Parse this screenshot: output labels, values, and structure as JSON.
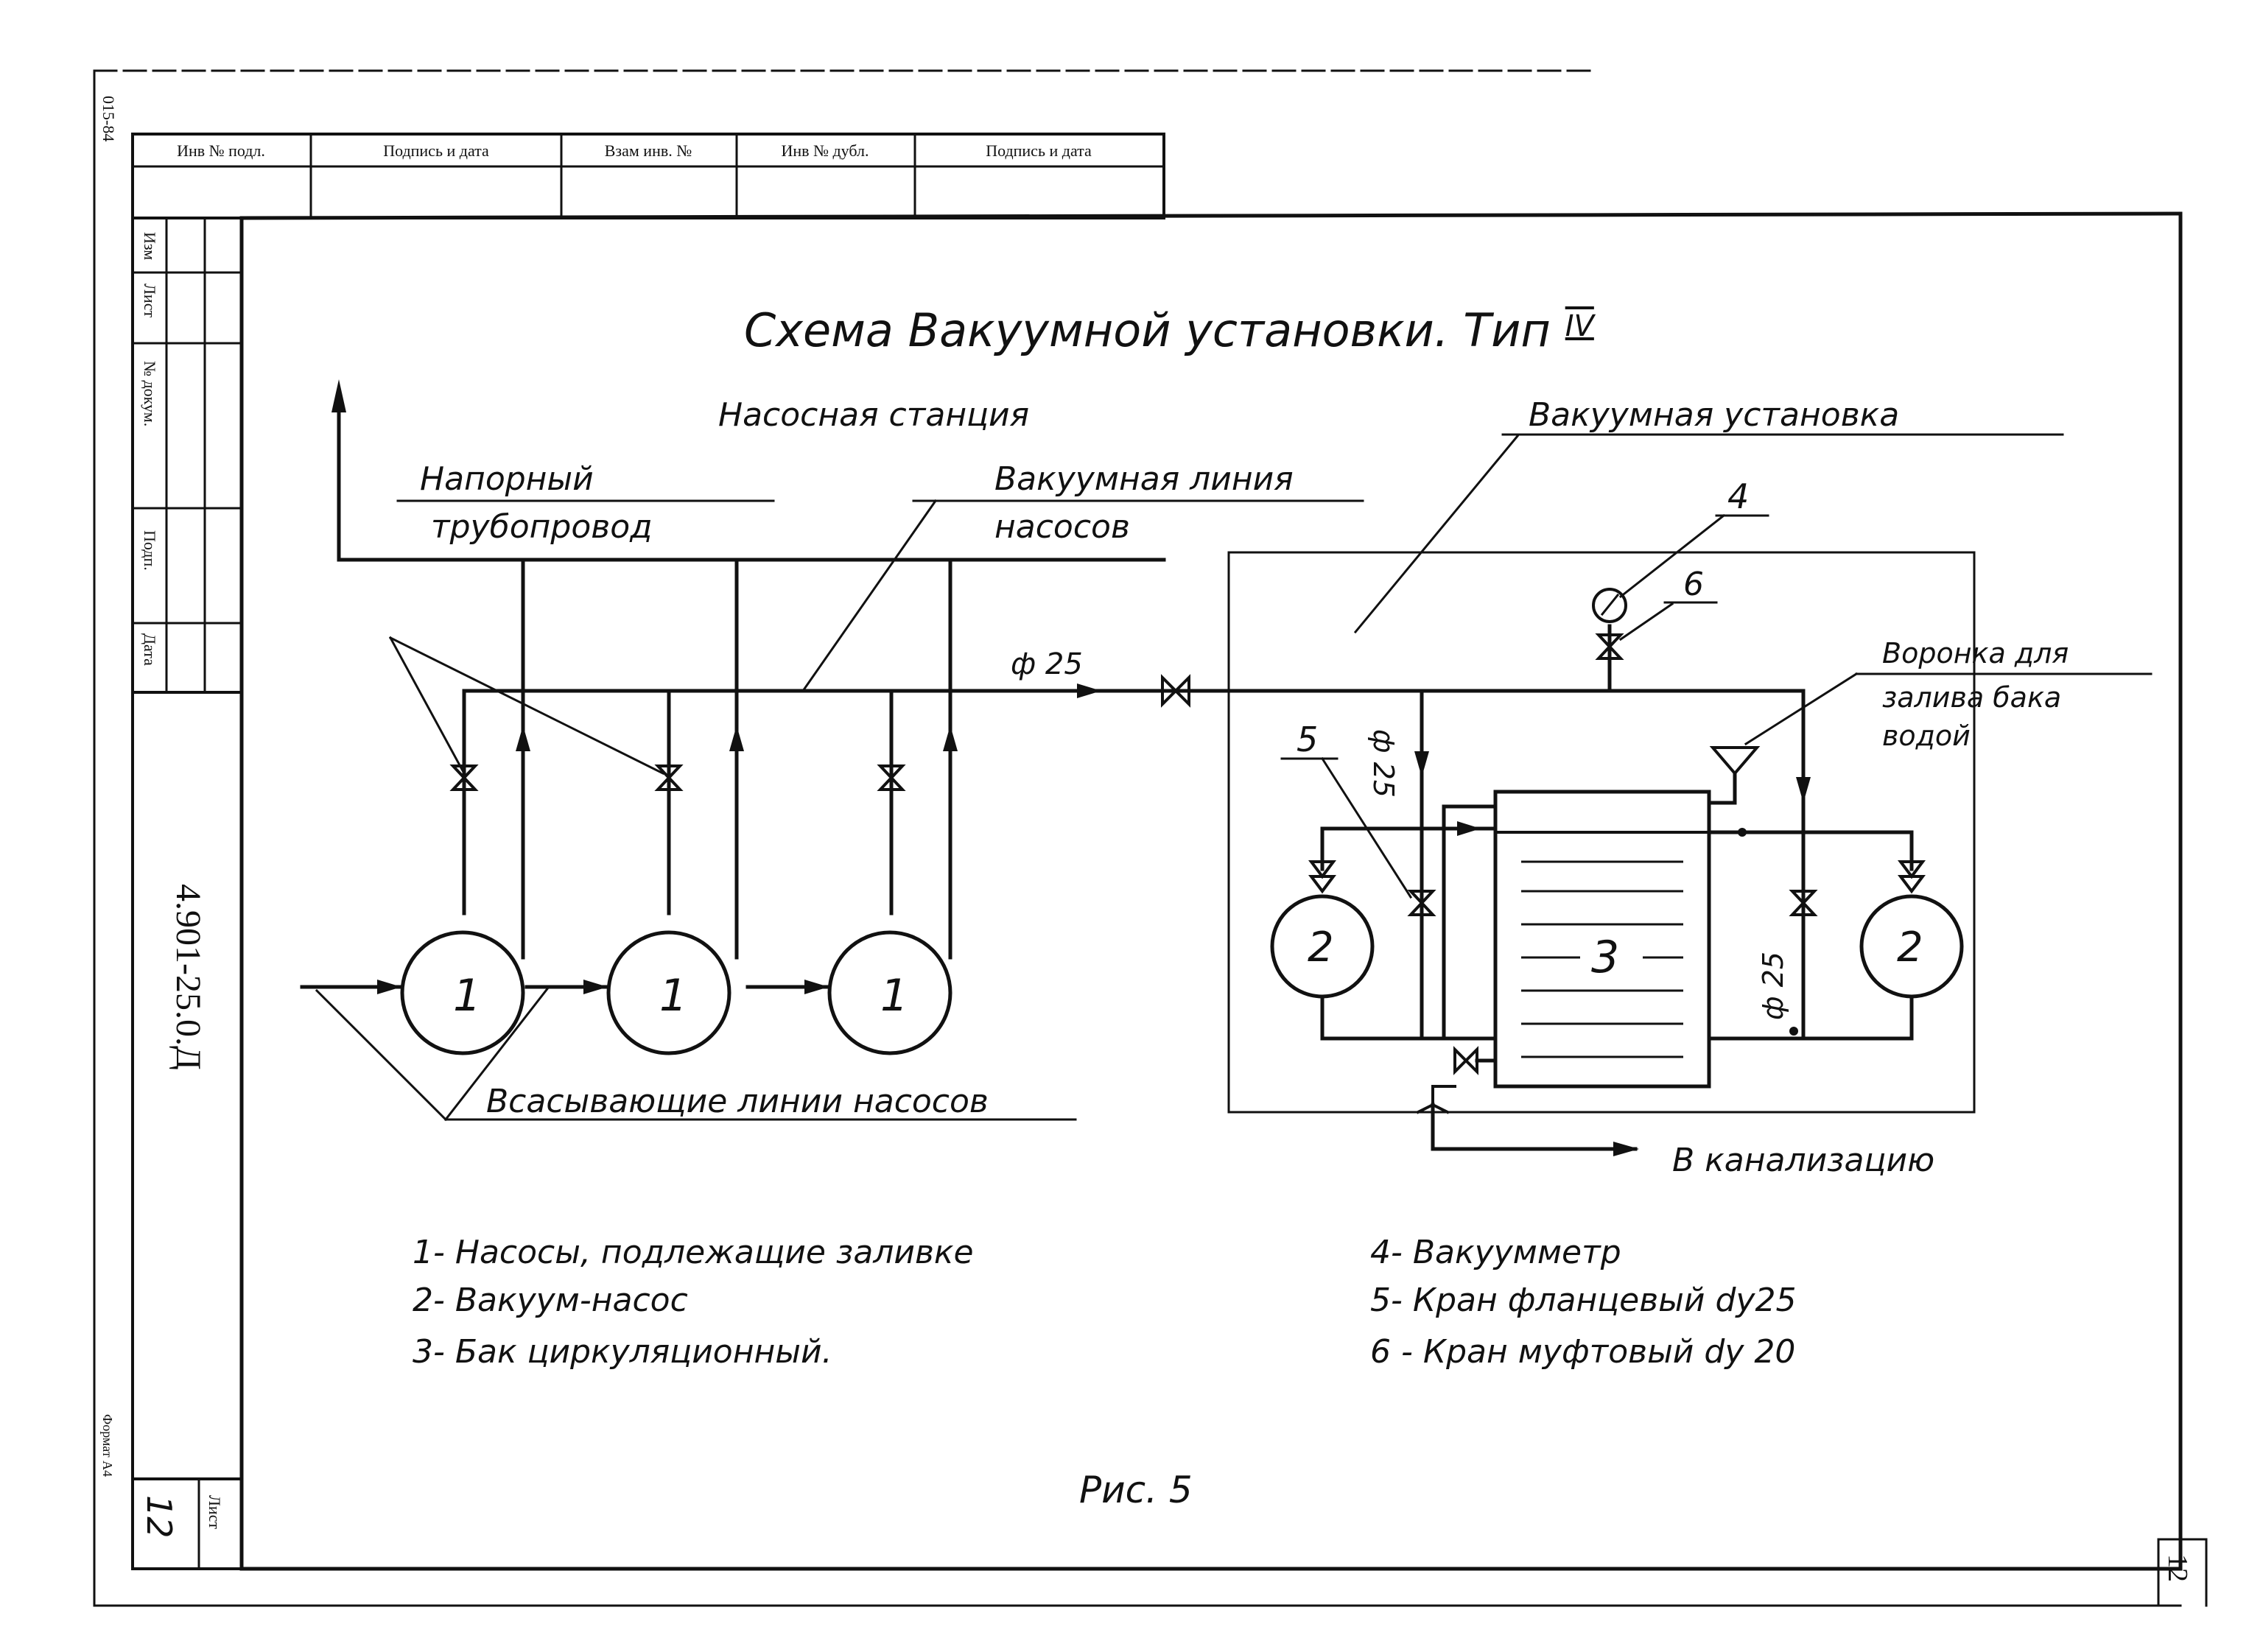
{
  "sheet": {
    "corner_code": "015-84",
    "doc_number": "4.901-25.0.Д",
    "sheet_label": "Лист",
    "sheet_number": "12",
    "corner_sheet_number": "12",
    "format_label": "Формат А4"
  },
  "stamp_top": {
    "columns": [
      "Инв № подл.",
      "Подпись и дата",
      "Взам инв. №",
      "Инв № дубл.",
      "Подпись и дата"
    ]
  },
  "stamp_left": {
    "rows": [
      "Изм",
      "Лист",
      "№ докум.",
      "Подп.",
      "Дата"
    ]
  },
  "diagram": {
    "title_main": "Схема Вакуумной установки. Тип",
    "title_type": "IV",
    "pump_station_label": "Насосная станция",
    "vacuum_unit_label": "Вакуумная установка",
    "pressure_pipe_line1": "Напорный",
    "pressure_pipe_line2": "трубопровод",
    "vacuum_line_line1": "Вакуумная линия",
    "vacuum_line_line2": "насосов",
    "diameter_main": "ф 25",
    "diameter_vertical_left": "ф 25",
    "diameter_vertical_right": "ф 25",
    "funnel_line1": "Воронка для",
    "funnel_line2": "залива бака",
    "funnel_line3": "водой",
    "suction_label": "Всасывающие линии насосов",
    "sewer_label": "В канализацию",
    "pump_tag": "1",
    "vacuum_pump_tag": "2",
    "tank_tag": "3",
    "gauge_tag": "4",
    "valve5_tag": "5",
    "valve6_tag": "6"
  },
  "legend": [
    "1- Насосы, подлежащие заливке",
    "2- Вакуум-насос",
    "3- Бак циркуляционный.",
    "4- Вакуумметр",
    "5- Кран фланцевый dу25",
    "6 - Кран муфтовый  dу 20"
  ],
  "figure_caption": "Рис. 5"
}
